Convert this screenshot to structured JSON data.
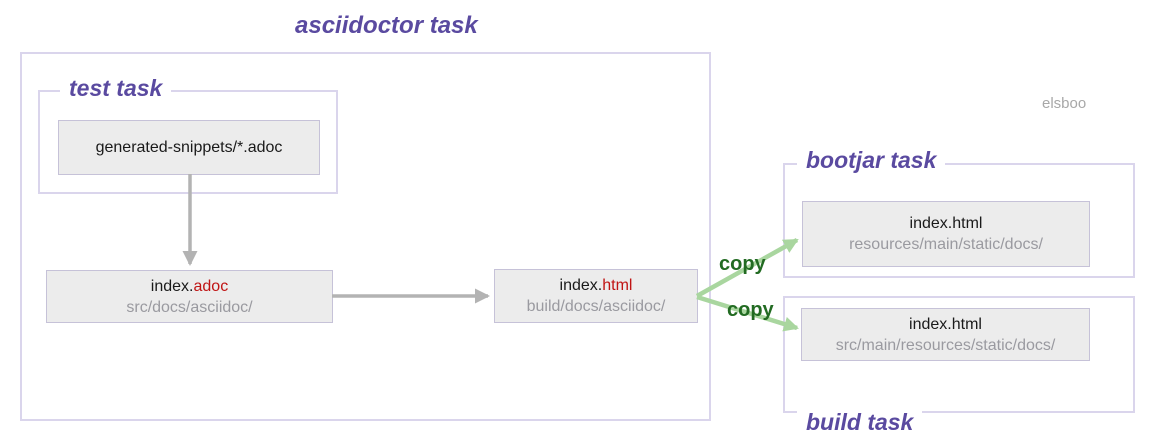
{
  "title": "asciidoctor task",
  "watermark": "elsboo",
  "groups": {
    "test": {
      "label": "test task"
    },
    "bootjar": {
      "label": "bootjar task"
    },
    "build": {
      "label": "build task"
    }
  },
  "nodes": {
    "snippets": {
      "label": "generated-snippets/*.adoc"
    },
    "index_adoc": {
      "base": "index.",
      "ext": "adoc",
      "path": "src/docs/asciidoc/"
    },
    "index_html": {
      "base": "index.",
      "ext": "html",
      "path": "build/docs/asciidoc/"
    },
    "bootjar_index": {
      "label": "index.html",
      "path": "resources/main/static/docs/"
    },
    "build_index": {
      "label": "index.html",
      "path": "src/main/resources/static/docs/"
    }
  },
  "edges": {
    "copy_top_label": "copy",
    "copy_bottom_label": "copy"
  },
  "colors": {
    "accent_purple": "#5a4aa0",
    "container_border": "#dad5ec",
    "node_background": "#ececec",
    "node_border": "#c6c2d8",
    "extension_red": "#c01414",
    "path_gray": "#9a9aa0",
    "arrow_gray": "#b3b3b3",
    "arrow_green": "#a9d69f",
    "copy_green": "#226b22"
  }
}
